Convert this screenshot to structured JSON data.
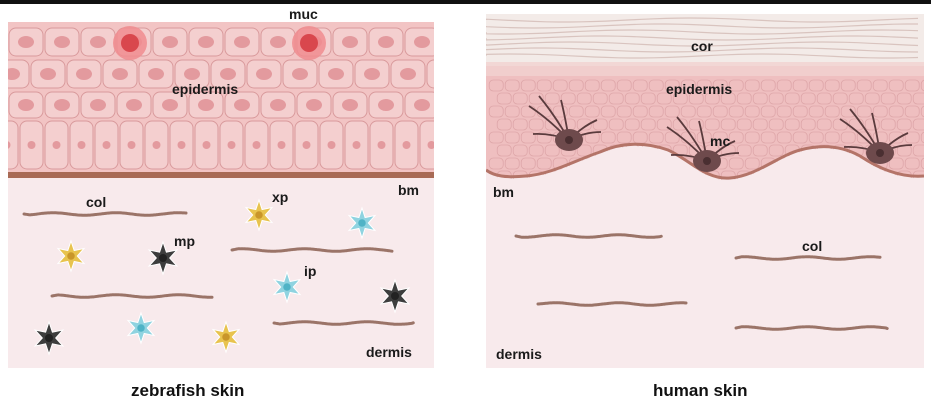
{
  "panels": {
    "zebrafish": {
      "caption": "zebrafish skin",
      "labels": {
        "muc": "muc",
        "epidermis": "epidermis",
        "bm": "bm",
        "col": "col",
        "xp": "xp",
        "mp": "mp",
        "ip": "ip",
        "dermis": "dermis"
      }
    },
    "human": {
      "caption": "human skin",
      "labels": {
        "cor": "cor",
        "epidermis": "epidermis",
        "mc": "mc",
        "bm": "bm",
        "col": "col",
        "dermis": "dermis"
      }
    }
  },
  "colors": {
    "epidermis": "#f2c4c4",
    "cell_nucleus": "#e39a9e",
    "mucous_cell": "#e05a5f",
    "basement_membrane": "#a86a55",
    "dermis": "#f8eaec",
    "collagen": "#9b7468",
    "xanthophore": "#e8c34e",
    "melanophore": "#3d3d3d",
    "iridophore": "#8fd3e0",
    "melanocyte": "#6e4a4c",
    "stratum_corneum": "#f3ebe8"
  }
}
